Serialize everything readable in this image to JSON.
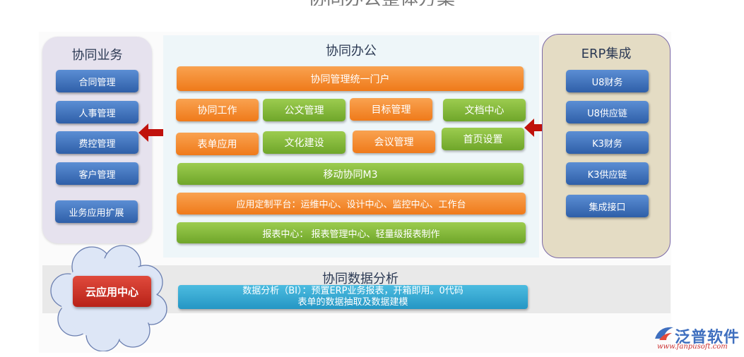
{
  "left_panel": {
    "title": "协同业务",
    "items": [
      "合同管理",
      "人事管理",
      "费控管理",
      "客户管理",
      "业务应用扩展"
    ]
  },
  "center_panel": {
    "title": "协同办公",
    "portal": "协同管理统一门户",
    "row1": [
      "协同工作",
      "公文管理",
      "目标管理",
      "文档中心"
    ],
    "row2": [
      "表单应用",
      "文化建设",
      "会议管理",
      "首页设置"
    ],
    "mobile": "移动协同M3",
    "platform": "应用定制平台：运维中心、设计中心、监控中心、工作台",
    "report": "报表中心： 报表管理中心、轻量级报表制作"
  },
  "right_panel": {
    "title": "ERP集成",
    "items": [
      "U8财务",
      "U8供应链",
      "K3财务",
      "K3供应链",
      "集成接口"
    ]
  },
  "bottom_panel": {
    "title": "协同数据分析",
    "line1": "数据分析（BI）：预置ERP业务报表，开箱即用。0代码",
    "line2": "表单的数据抽取及数据建模"
  },
  "cloud": {
    "label": "云应用中心"
  },
  "logo": {
    "name": "泛普软件",
    "url": "www.fanpusoft.com"
  },
  "colors": {
    "blue": "#2f5fa8",
    "orange": "#ef7a1a",
    "green": "#6fa62a",
    "red": "#b82218",
    "teal": "#2596c4",
    "arrow": "#c0120c"
  }
}
